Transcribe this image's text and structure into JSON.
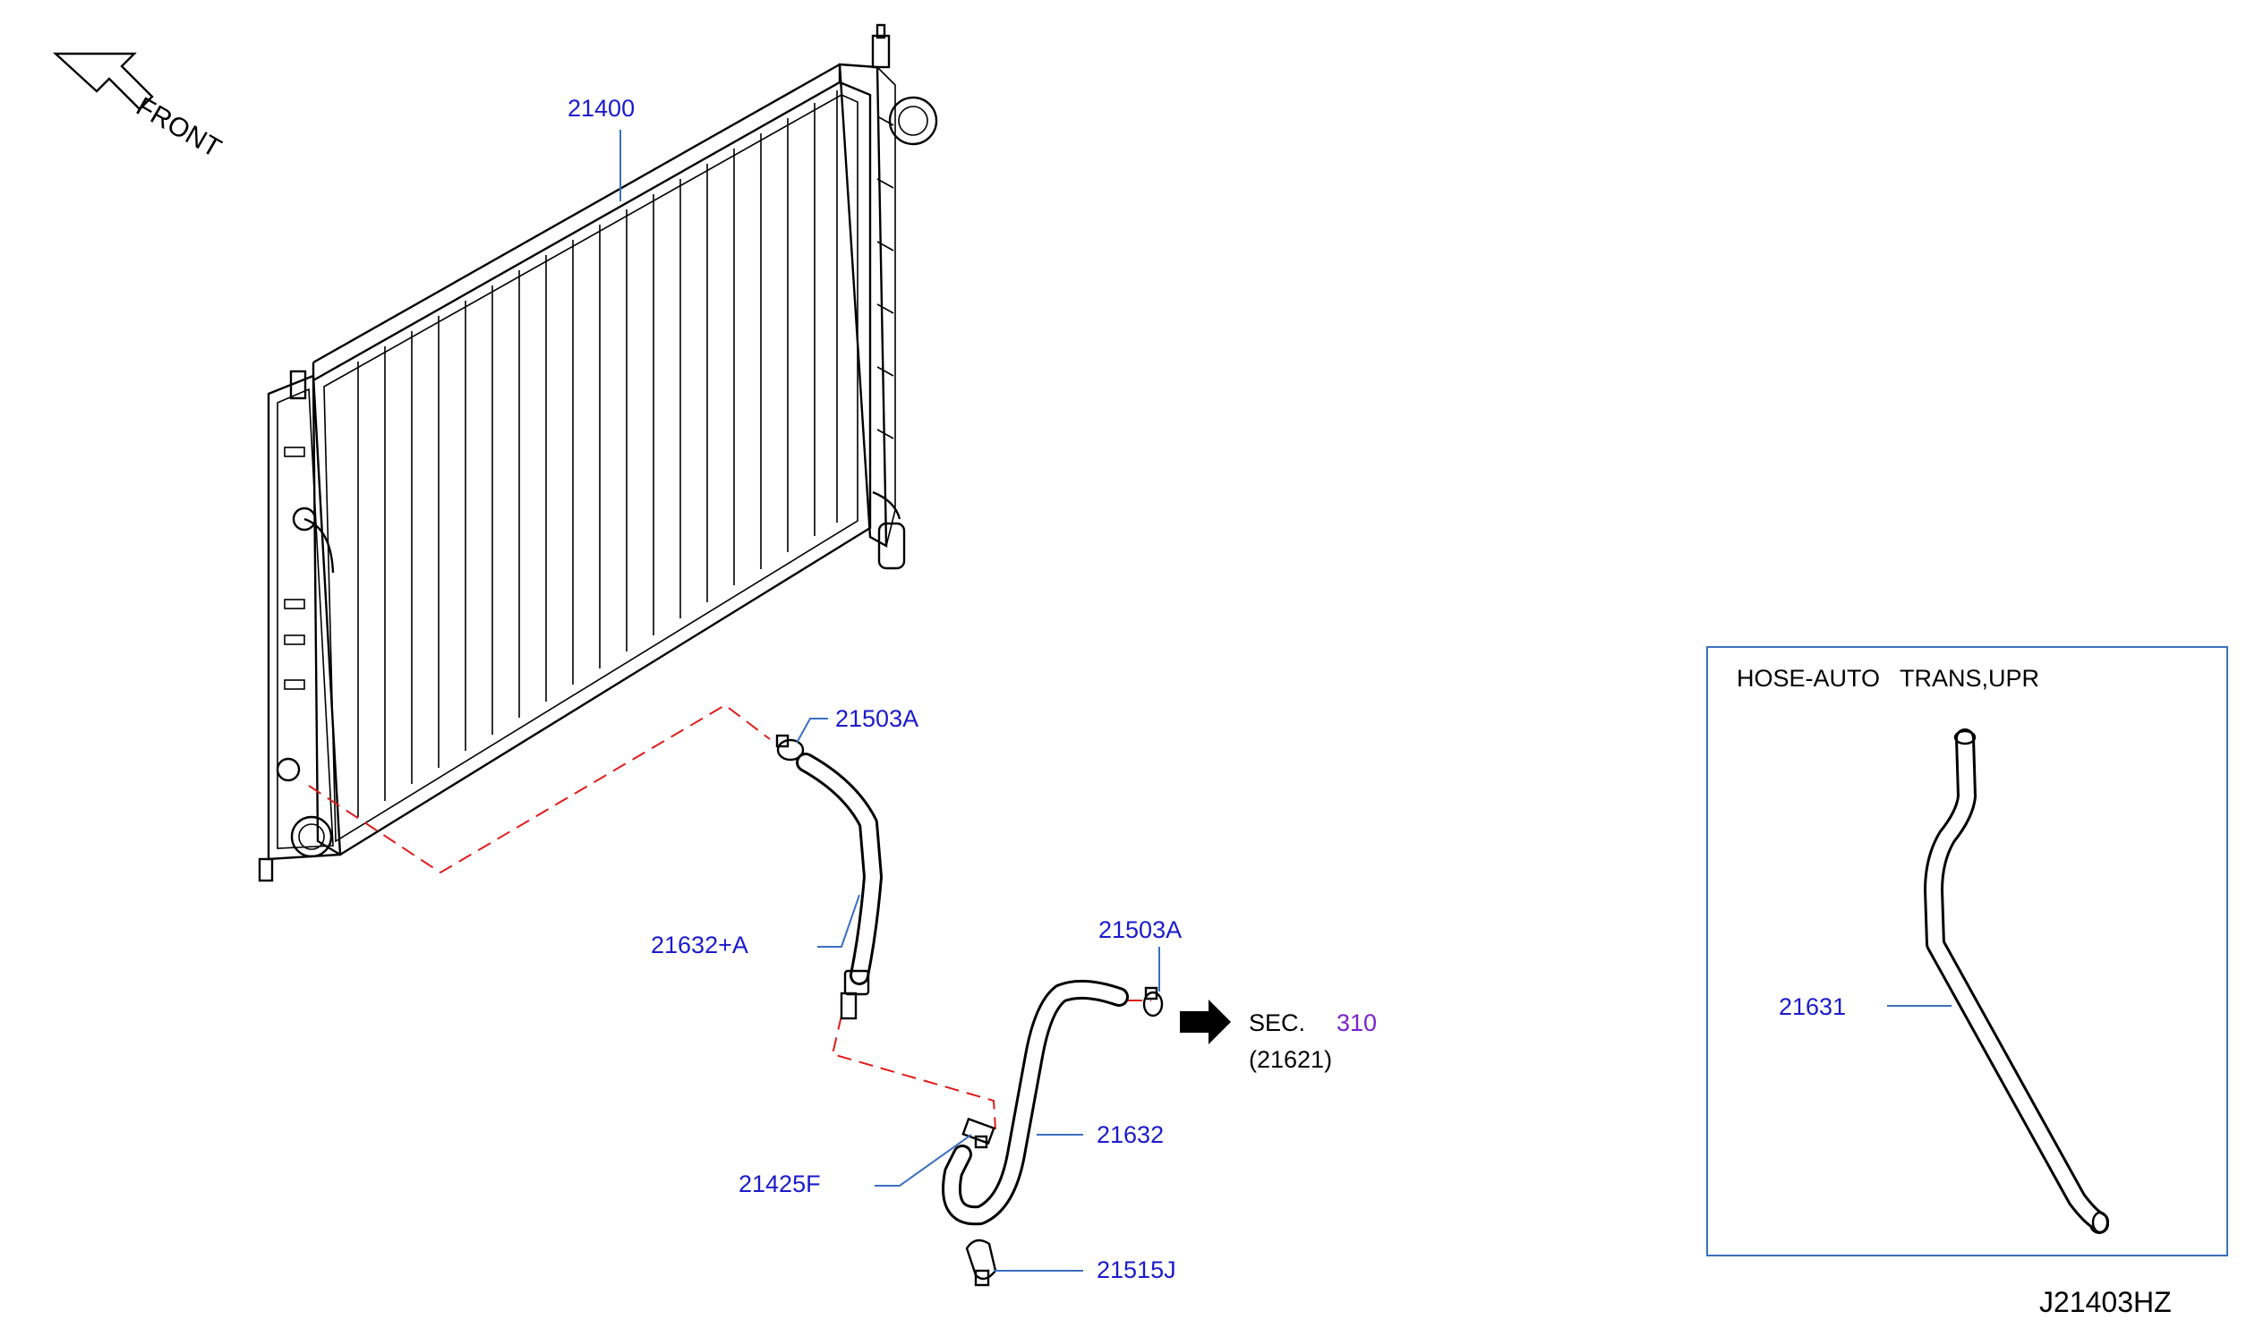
{
  "front_label": "FRONT",
  "parts": {
    "radiator": "21400",
    "clamp_upper": "21503A",
    "clamp_lower": "21503A",
    "hose_upper": "21632+A",
    "hose_lower": "21632",
    "connector": "21425F",
    "clip": "21515J"
  },
  "section_ref": {
    "prefix": "SEC.",
    "number": "310",
    "sub": "(21621)"
  },
  "inset": {
    "title": "HOSE-AUTO   TRANS,UPR",
    "part": "21631"
  },
  "diagram_code": "J21403HZ",
  "colors": {
    "part_number": "#1a1acc",
    "section_number": "#7a22cc",
    "leader": "#3a6fc0",
    "phantom_line": "#e01b1b",
    "inset_border": "#3a6fc0"
  }
}
